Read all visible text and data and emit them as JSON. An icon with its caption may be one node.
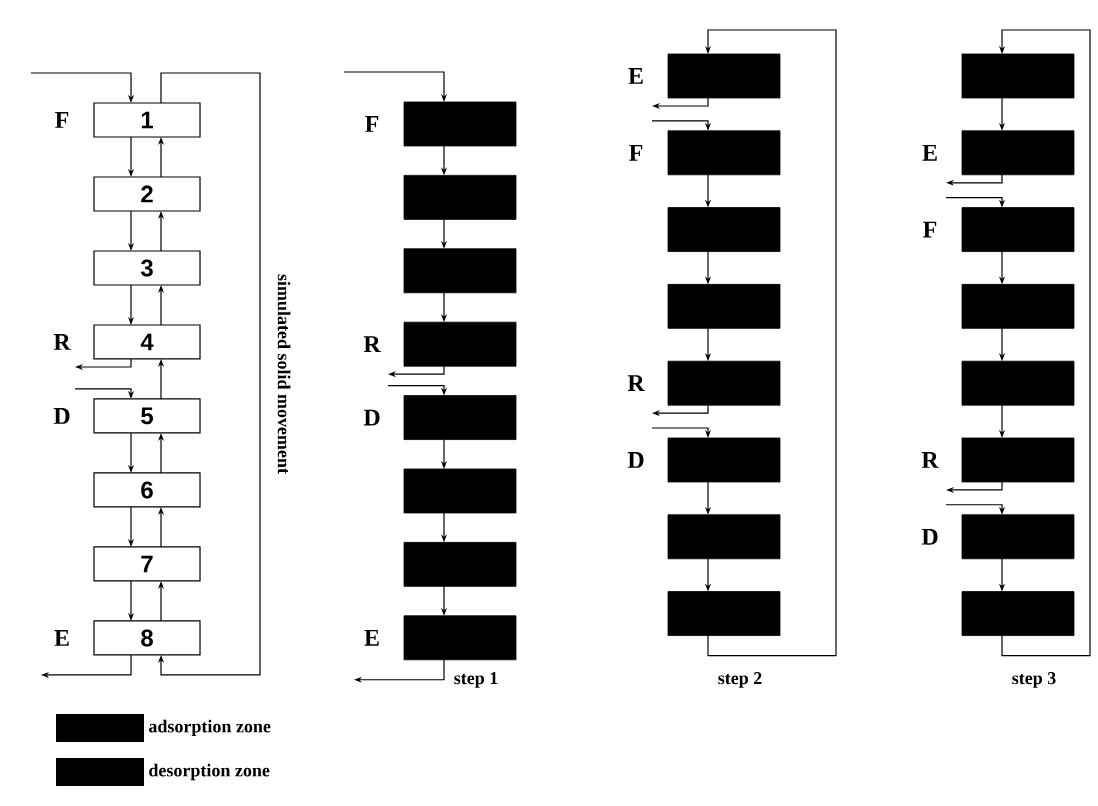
{
  "diagram": {
    "nodes": [
      {
        "text": [
          "1"
        ]
      },
      {
        "text": [
          "2"
        ]
      },
      {
        "text": [
          "3"
        ]
      },
      {
        "text": [
          "4"
        ]
      },
      {
        "text": [
          "5"
        ]
      },
      {
        "text": [
          "6"
        ]
      },
      {
        "text": [
          "7"
        ]
      },
      {
        "text": [
          "8"
        ]
      },
      {
        "text": [],
        "shape": "box"
      },
      {
        "text": [],
        "shape": "box"
      },
      {
        "text": [],
        "shape": "box"
      },
      {
        "text": [],
        "shape": "box"
      },
      {
        "text": [],
        "shape": "box"
      },
      {
        "text": [],
        "shape": "box"
      },
      {
        "text": [],
        "shape": "box"
      },
      {
        "text": [],
        "shape": "box"
      },
      {
        "text": [],
        "shape": "box"
      },
      {
        "text": [],
        "shape": "box"
      },
      {
        "text": [],
        "shape": "box"
      },
      {
        "text": [],
        "shape": "box"
      },
      {
        "text": [],
        "shape": "box"
      },
      {
        "text": [],
        "shape": "box"
      },
      {
        "text": [],
        "shape": "box"
      },
      {
        "text": [],
        "shape": "box"
      },
      {
        "text": [],
        "shape": "box"
      },
      {
        "text": [],
        "shape": "box"
      },
      {
        "text": [],
        "shape": "box"
      },
      {
        "text": [],
        "shape": "box"
      },
      {
        "text": [],
        "shape": "box"
      },
      {
        "text": [],
        "shape": "box"
      },
      {
        "text": [],
        "shape": "box"
      },
      {
        "text": [],
        "shape": "box"
      }
    ],
    "edges": [
      {
        "from": null,
        "to": 0,
        "arrow": "to",
        "label": "F"
      },
      {
        "from": 0,
        "to": 1,
        "arrow": "to"
      },
      {
        "from": 1,
        "to": 2,
        "arrow": "to"
      },
      {
        "from": 2,
        "to": 3,
        "arrow": "to"
      },
      {
        "from": 3,
        "to": null,
        "arrow": "to",
        "label": "R"
      },
      {
        "from": null,
        "to": 4,
        "arrow": "to",
        "label": "D"
      },
      {
        "from": 4,
        "to": 5,
        "arrow": "to"
      },
      {
        "from": 5,
        "to": 6,
        "arrow": "to"
      },
      {
        "from": 6,
        "to": 7,
        "arrow": "to"
      },
      {
        "from": 7,
        "to": null,
        "arrow": "to",
        "label": "E"
      },
      {
        "from": 7,
        "to": 6,
        "arrow": "to"
      },
      {
        "from": 6,
        "to": 5,
        "arrow": "to"
      },
      {
        "from": 5,
        "to": 4,
        "arrow": "to"
      },
      {
        "from": 4,
        "to": 3,
        "arrow": "to"
      },
      {
        "from": 3,
        "to": 2,
        "arrow": "to"
      },
      {
        "from": 2,
        "to": 1,
        "arrow": "to"
      },
      {
        "from": 1,
        "to": 0,
        "arrow": "to"
      },
      {
        "from": 0,
        "to": 7,
        "arrow": "to",
        "label": "simulated solid movement"
      },
      {
        "from": null,
        "to": 8,
        "arrow": "to",
        "label": "F"
      },
      {
        "from": 8,
        "to": 9,
        "arrow": "to"
      },
      {
        "from": 9,
        "to": 10,
        "arrow": "to"
      },
      {
        "from": 10,
        "to": 11,
        "arrow": "to"
      },
      {
        "from": 11,
        "to": null,
        "arrow": "to",
        "label": "R"
      },
      {
        "from": null,
        "to": 12,
        "arrow": "to",
        "label": "D"
      },
      {
        "from": 12,
        "to": 13,
        "arrow": "to"
      },
      {
        "from": 13,
        "to": 14,
        "arrow": "to"
      },
      {
        "from": 14,
        "to": 15,
        "arrow": "to"
      },
      {
        "from": 15,
        "to": null,
        "arrow": "to",
        "label": "E"
      },
      {
        "from": 23,
        "to": 16,
        "arrow": "to"
      },
      {
        "from": 16,
        "to": null,
        "arrow": "to",
        "label": "E"
      },
      {
        "from": null,
        "to": 17,
        "arrow": "to",
        "label": "F"
      },
      {
        "from": 17,
        "to": 18,
        "arrow": "to"
      },
      {
        "from": 18,
        "to": 19,
        "arrow": "to"
      },
      {
        "from": 19,
        "to": 20,
        "arrow": "to"
      },
      {
        "from": 20,
        "to": null,
        "arrow": "to",
        "label": "R"
      },
      {
        "from": null,
        "to": 21,
        "arrow": "to",
        "label": "D"
      },
      {
        "from": 21,
        "to": 22,
        "arrow": "to"
      },
      {
        "from": 22,
        "to": 23,
        "arrow": "to"
      },
      {
        "from": 31,
        "to": 24,
        "arrow": "to"
      },
      {
        "from": 24,
        "to": 25,
        "arrow": "to"
      },
      {
        "from": 25,
        "to": null,
        "arrow": "to",
        "label": "E"
      },
      {
        "from": null,
        "to": 26,
        "arrow": "to",
        "label": "F"
      },
      {
        "from": 26,
        "to": 27,
        "arrow": "to"
      },
      {
        "from": 27,
        "to": 28,
        "arrow": "to"
      },
      {
        "from": 28,
        "to": 29,
        "arrow": "to"
      },
      {
        "from": 29,
        "to": null,
        "arrow": "to",
        "label": "R"
      },
      {
        "from": null,
        "to": 30,
        "arrow": "to",
        "label": "D"
      },
      {
        "from": 30,
        "to": 31,
        "arrow": "to"
      }
    ],
    "labels": [
      "step 1",
      "step 2",
      "step 3"
    ],
    "legend": [
      {
        "text": "adsorption zone",
        "color": "#000000"
      },
      {
        "text": "desorption zone",
        "color": "#000000"
      }
    ]
  }
}
